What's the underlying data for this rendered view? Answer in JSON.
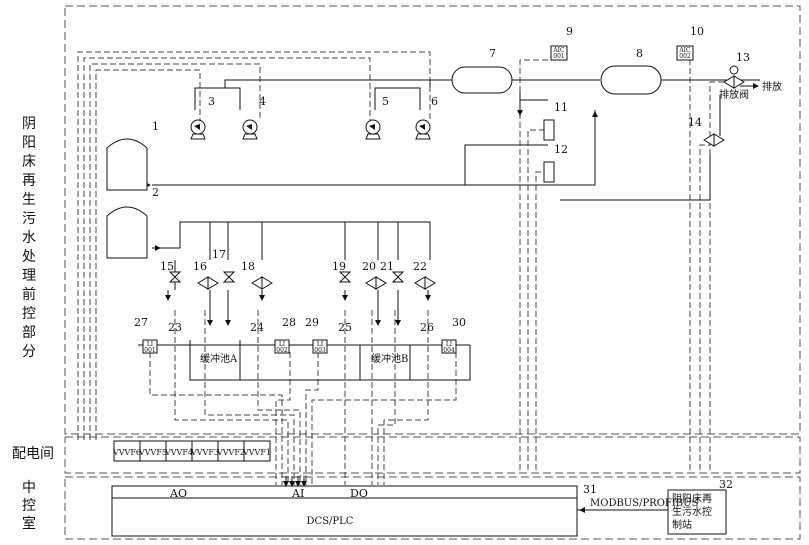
{
  "side_labels": {
    "pretreatment": [
      "阴",
      "阳",
      "床",
      "再",
      "生",
      "污",
      "水",
      "处",
      "理",
      "前",
      "控",
      "部",
      "分"
    ],
    "distribution_room": "配电间",
    "control_room": [
      "中",
      "控",
      "室"
    ]
  },
  "numbers": {
    "n1": "1",
    "n2": "2",
    "n3": "3",
    "n4": "4",
    "n5": "5",
    "n6": "6",
    "n7": "7",
    "n8": "8",
    "n9": "9",
    "n10": "10",
    "n11": "11",
    "n12": "12",
    "n13": "13",
    "n14": "14",
    "n15": "15",
    "n16": "16",
    "n17": "17",
    "n18": "18",
    "n19": "19",
    "n20": "20",
    "n21": "21",
    "n22": "22",
    "n23": "23",
    "n24": "24",
    "n25": "25",
    "n26": "26",
    "n27": "27",
    "n28": "28",
    "n29": "29",
    "n30": "30",
    "n31": "31",
    "n32": "32"
  },
  "instruments": {
    "aic1_tag": "AIC",
    "aic1_no": "001",
    "aic2_tag": "AIC",
    "aic2_no": "002",
    "li1_tag": "LI",
    "li1_no": "001",
    "li2_tag": "LI",
    "li2_no": "002",
    "li3_tag": "LI",
    "li3_no": "003",
    "li4_tag": "LI",
    "li4_no": "004"
  },
  "tank_labels": {
    "buffer_a": "缓冲池A",
    "buffer_b": "缓冲池B"
  },
  "discharge": {
    "valve_label": "排放阀",
    "outlet_label": "排放"
  },
  "vvvf": [
    "VVVF6",
    "VVVF5",
    "VVVF4",
    "VVVF3",
    "VVVF2",
    "VVVF1"
  ],
  "dcs": {
    "ao": "AO",
    "ai": "AI",
    "do": "DO",
    "name": "DCS/PLC",
    "bus": "MODBUS/PROFIBUS",
    "station_line1": "阴阳床再",
    "station_line2": "生污水控",
    "station_line3": "制站"
  }
}
